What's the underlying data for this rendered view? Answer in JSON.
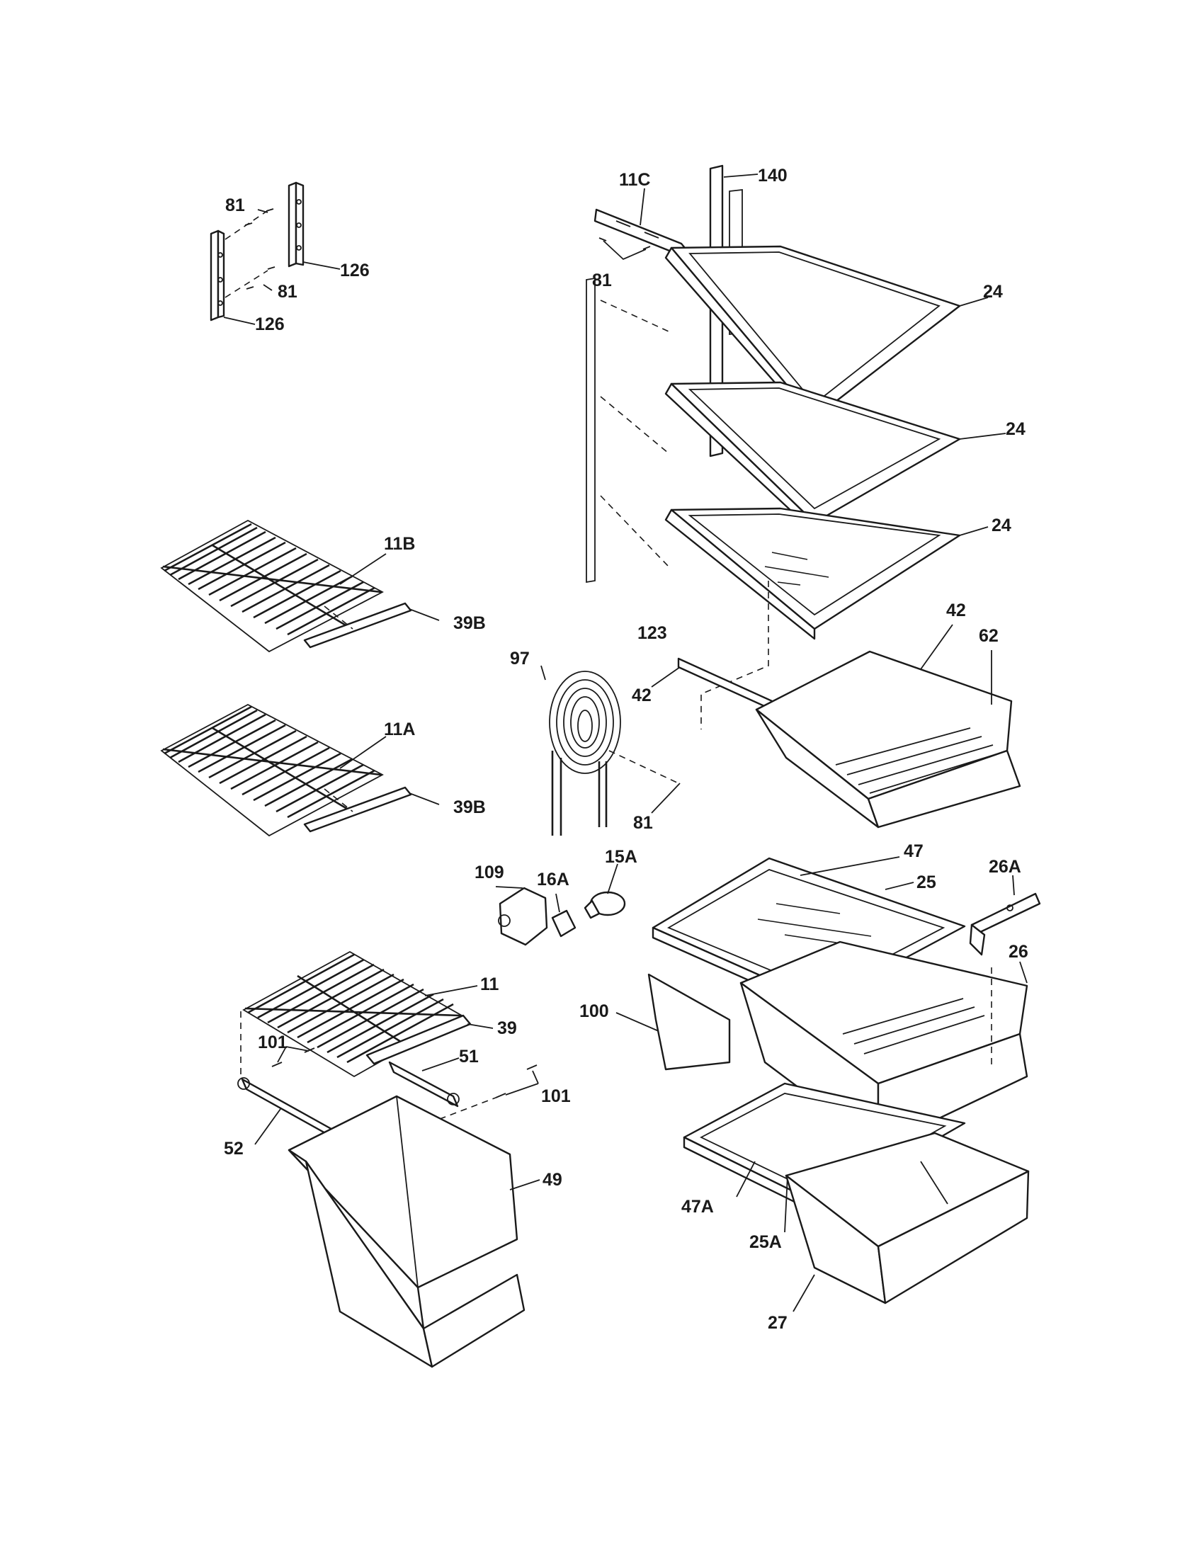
{
  "callouts": [
    {
      "id": "c-140",
      "text": "140"
    },
    {
      "id": "c-11c",
      "text": "11C"
    },
    {
      "id": "c-81a",
      "text": "81"
    },
    {
      "id": "c-126a",
      "text": "126"
    },
    {
      "id": "c-81b",
      "text": "81"
    },
    {
      "id": "c-126b",
      "text": "126"
    },
    {
      "id": "c-81c",
      "text": "81"
    },
    {
      "id": "c-24a",
      "text": "24"
    },
    {
      "id": "c-24b",
      "text": "24"
    },
    {
      "id": "c-24c",
      "text": "24"
    },
    {
      "id": "c-11b",
      "text": "11B"
    },
    {
      "id": "c-39b-a",
      "text": "39B"
    },
    {
      "id": "c-123",
      "text": "123"
    },
    {
      "id": "c-42a",
      "text": "42"
    },
    {
      "id": "c-62",
      "text": "62"
    },
    {
      "id": "c-97",
      "text": "97"
    },
    {
      "id": "c-42b",
      "text": "42"
    },
    {
      "id": "c-11a",
      "text": "11A"
    },
    {
      "id": "c-39b-b",
      "text": "39B"
    },
    {
      "id": "c-81d",
      "text": "81"
    },
    {
      "id": "c-109",
      "text": "109"
    },
    {
      "id": "c-16a",
      "text": "16A"
    },
    {
      "id": "c-15a",
      "text": "15A"
    },
    {
      "id": "c-47",
      "text": "47"
    },
    {
      "id": "c-25",
      "text": "25"
    },
    {
      "id": "c-26a",
      "text": "26A"
    },
    {
      "id": "c-26",
      "text": "26"
    },
    {
      "id": "c-11",
      "text": "11"
    },
    {
      "id": "c-100",
      "text": "100"
    },
    {
      "id": "c-39",
      "text": "39"
    },
    {
      "id": "c-101a",
      "text": "101"
    },
    {
      "id": "c-51",
      "text": "51"
    },
    {
      "id": "c-101b",
      "text": "101"
    },
    {
      "id": "c-52",
      "text": "52"
    },
    {
      "id": "c-49",
      "text": "49"
    },
    {
      "id": "c-47a",
      "text": "47A"
    },
    {
      "id": "c-25a",
      "text": "25A"
    },
    {
      "id": "c-27",
      "text": "27"
    }
  ]
}
